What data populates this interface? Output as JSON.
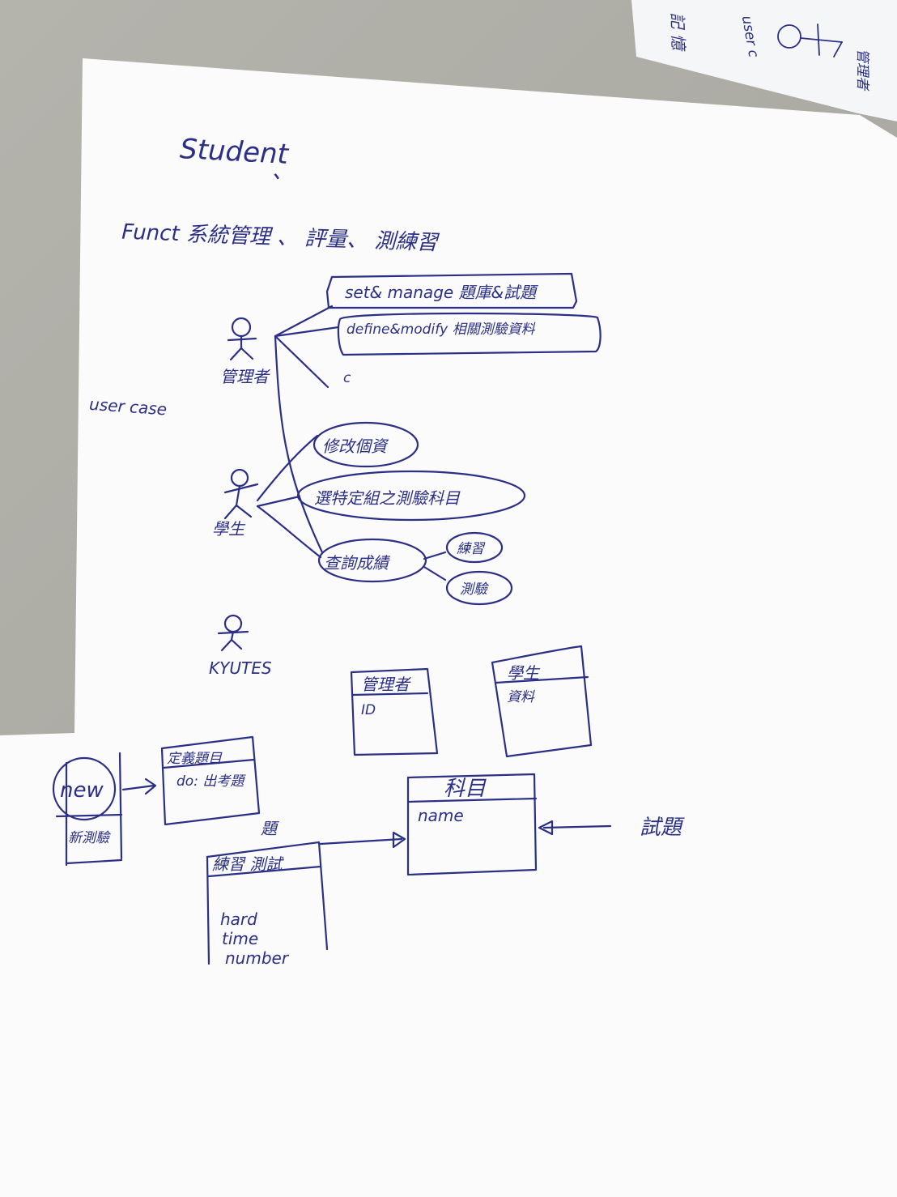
{
  "title": "Student",
  "title_mark": "、",
  "funct": "Funct 系統管理 、 評量、 測練習",
  "user_case_label": "user case",
  "actors": {
    "admin": "管理者",
    "student": "學生",
    "third": "KYUTES"
  },
  "admin_cases": [
    "set& manage 題庫&試題",
    "define&modify 相關測驗資料",
    "c"
  ],
  "student_cases": [
    "修改個資",
    "選特定組之測驗科目",
    "查詢成績"
  ],
  "score_subcases": [
    "練習",
    "測驗"
  ],
  "classes": {
    "admin": {
      "name": "管理者",
      "attr": "ID"
    },
    "student": {
      "name": "學生",
      "attr": "資料"
    },
    "custom": {
      "name": "定義題目",
      "attr": "do: 出考題"
    },
    "subject": {
      "name": "科目",
      "attr": "name"
    },
    "practice": {
      "name": "練習 測試",
      "attrs": [
        "hard",
        "time",
        "number"
      ]
    },
    "new_box": {
      "name": "new",
      "attr": "新測驗"
    }
  },
  "label_question": "題",
  "label_exam": "試題",
  "corner_note": {
    "left": "記 憶",
    "mid": "user c",
    "right": "管理者"
  }
}
